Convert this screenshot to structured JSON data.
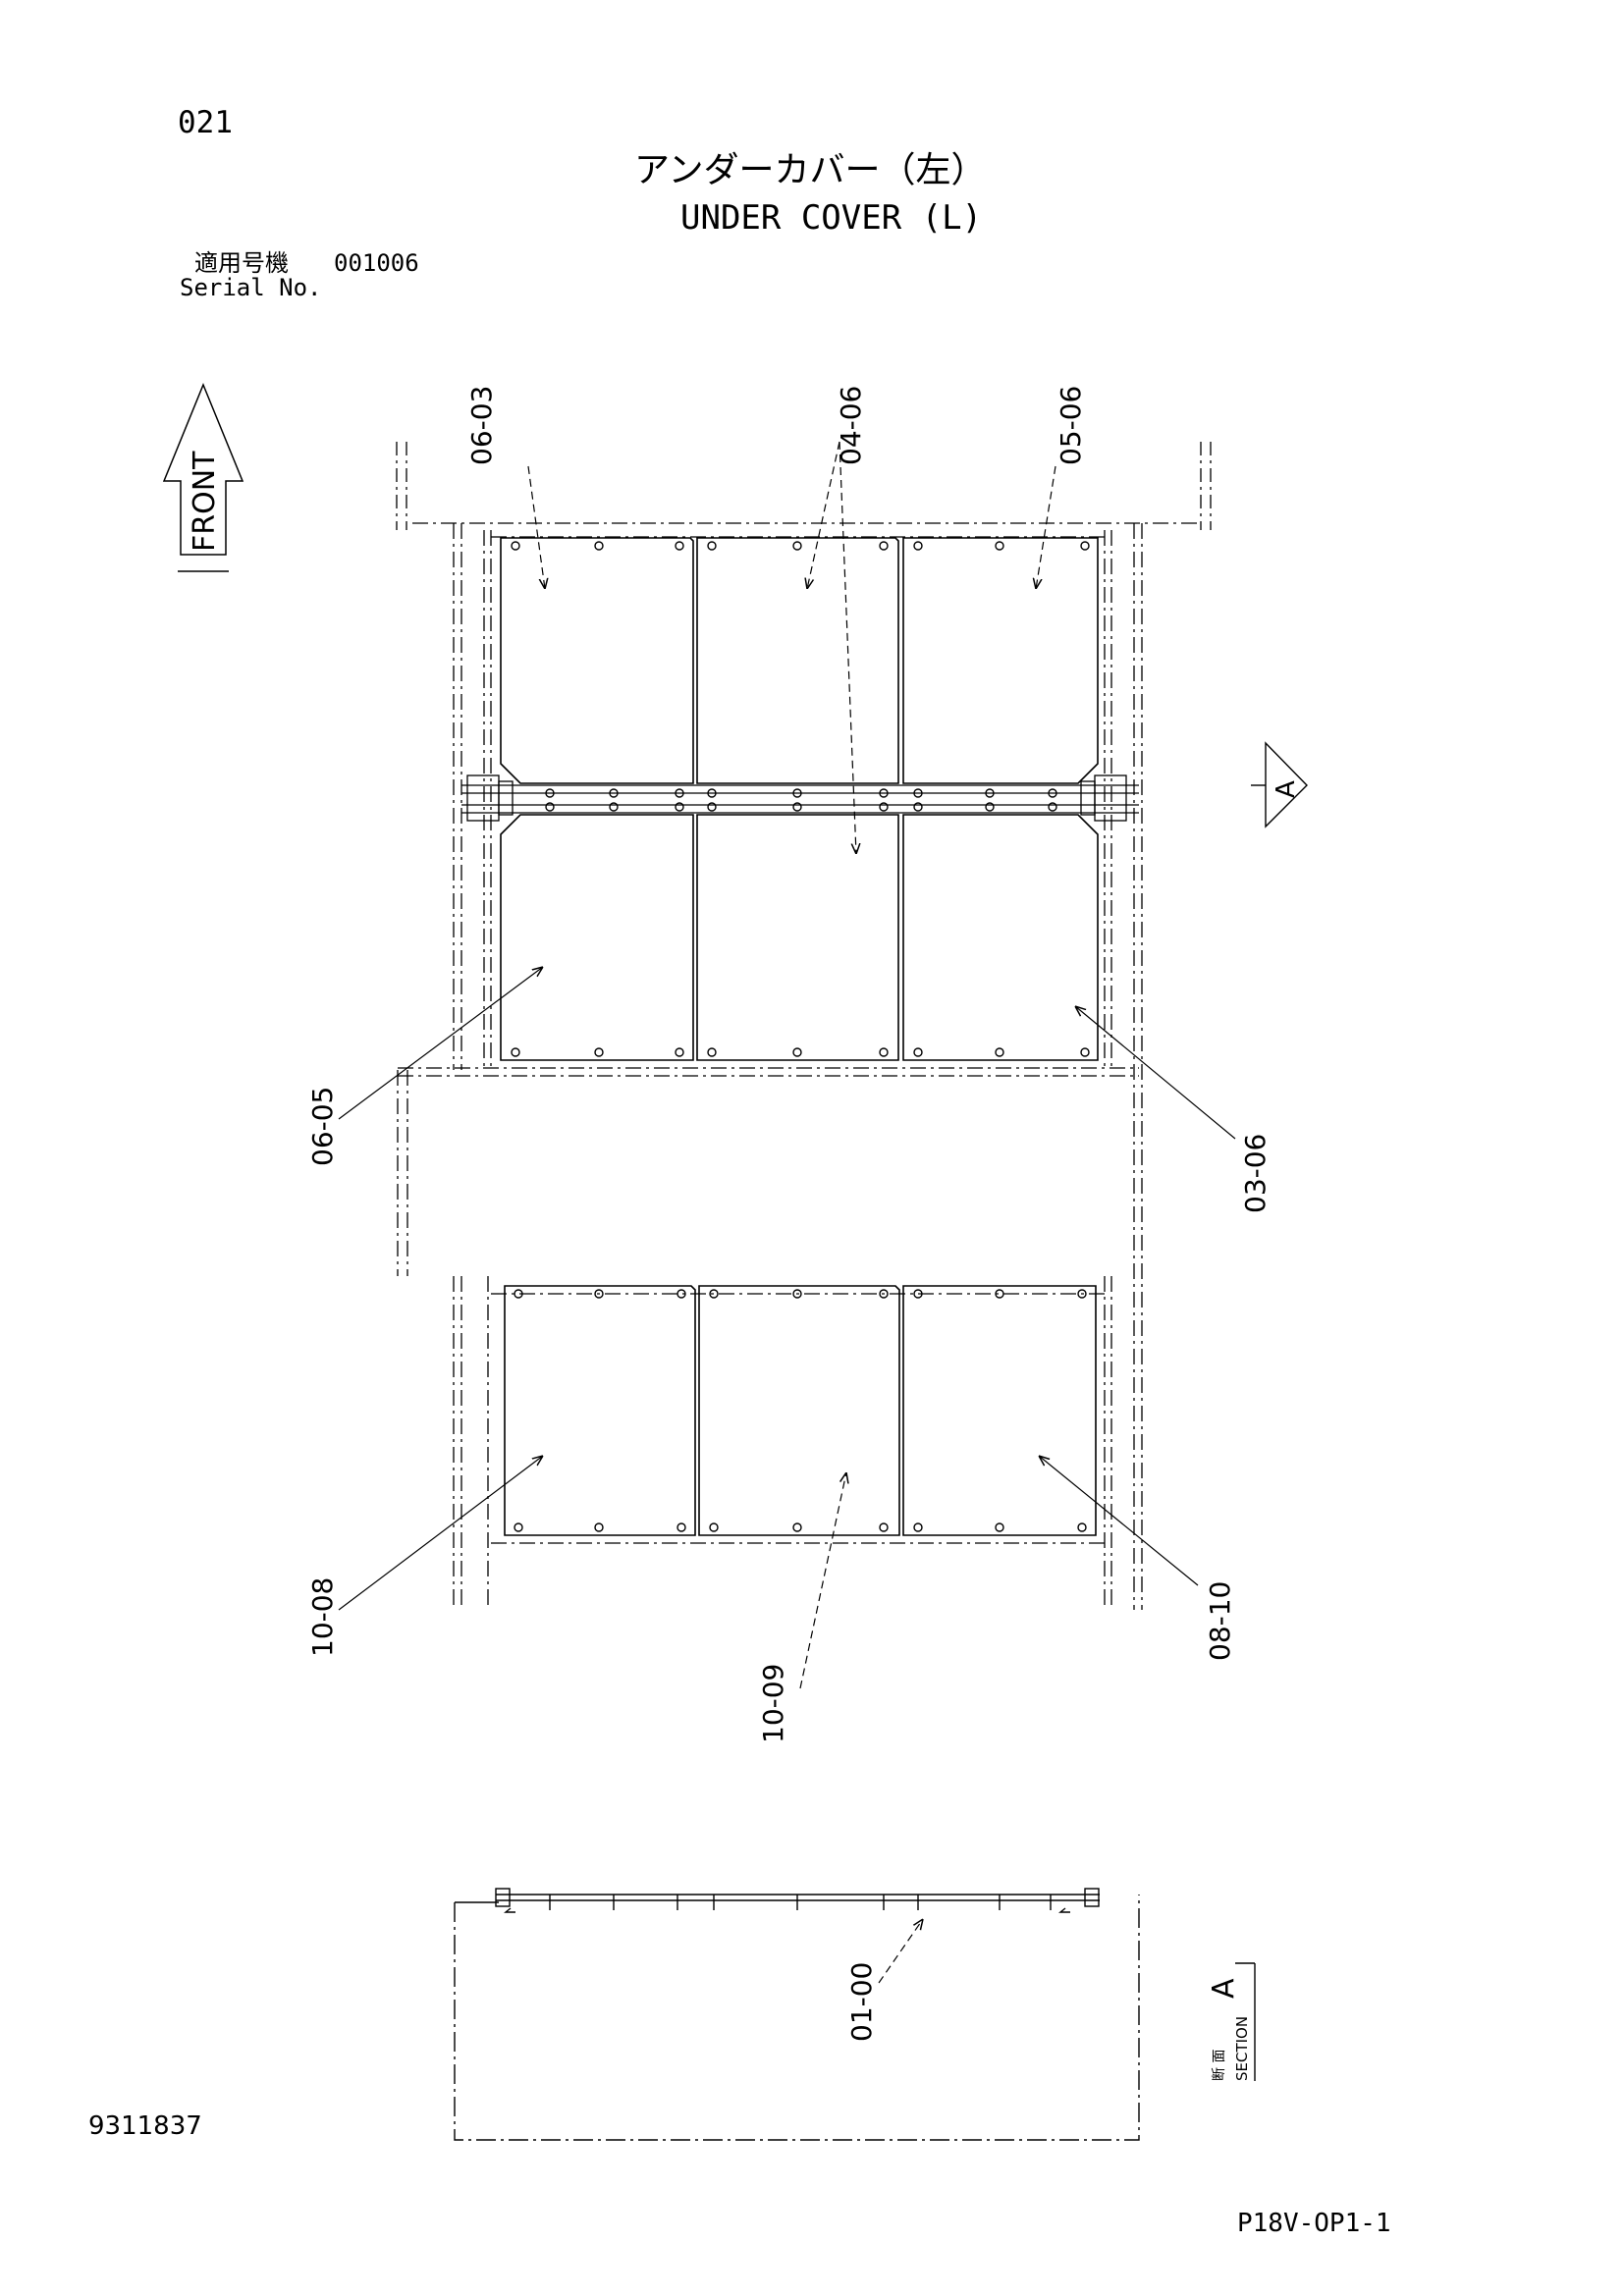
{
  "header": {
    "page_number": "021",
    "title_jp": "アンダーカバー（左）",
    "title_en": "UNDER COVER (L)",
    "applicable_jp": "適用号機",
    "serial_label": "Serial No.",
    "serial_value": "001006"
  },
  "front_label": "FRONT",
  "section_marker": "A",
  "section_view": {
    "label_jp": "断 面",
    "label_en": "SECTION",
    "letter": "A"
  },
  "callouts": [
    {
      "id": "06-03",
      "lines": [
        "06",
        "03"
      ]
    },
    {
      "id": "04-06",
      "lines": [
        "04",
        "06"
      ]
    },
    {
      "id": "05-06",
      "lines": [
        "05",
        "06"
      ]
    },
    {
      "id": "06-05",
      "lines": [
        "06",
        "05"
      ]
    },
    {
      "id": "03-06",
      "lines": [
        "03",
        "06"
      ]
    },
    {
      "id": "10-08",
      "lines": [
        "10",
        "08"
      ]
    },
    {
      "id": "08-10",
      "lines": [
        "08",
        "10"
      ]
    },
    {
      "id": "10-09",
      "lines": [
        "10",
        "09"
      ]
    },
    {
      "id": "01-00",
      "lines": [
        "01",
        "00"
      ]
    }
  ],
  "footer": {
    "drawing_number": "9311837",
    "page_code": "P18V-OP1-1"
  }
}
